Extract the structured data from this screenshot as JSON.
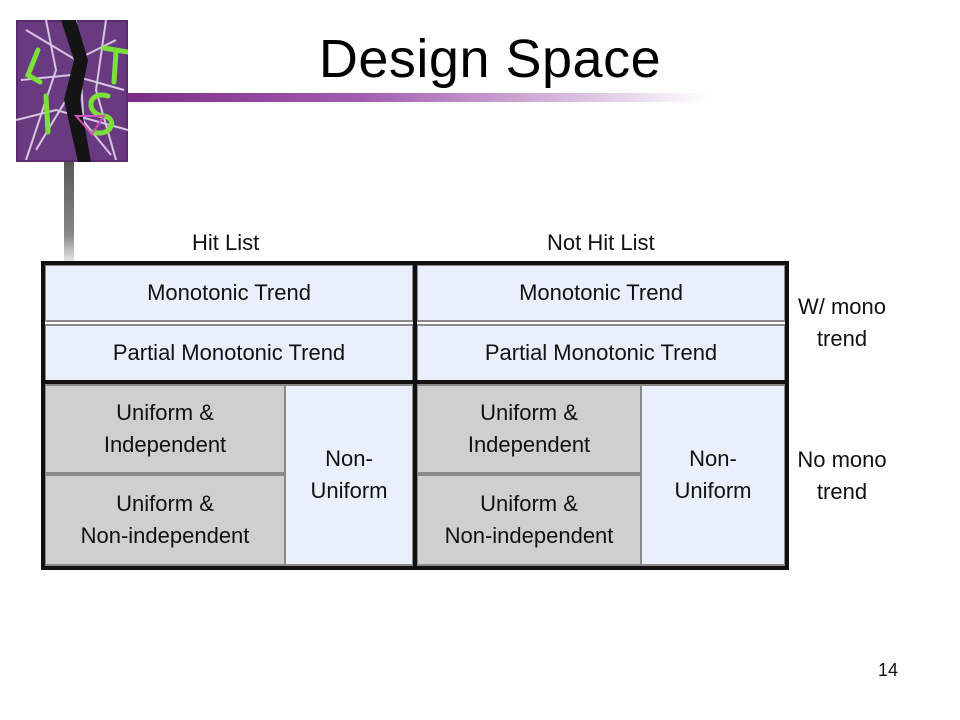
{
  "slide": {
    "title": "Design Space",
    "page_number": "14"
  },
  "columns": {
    "left": "Hit List",
    "right": "Not Hit List"
  },
  "left_table": {
    "row1": "Monotonic Trend",
    "row2": "Partial Monotonic Trend",
    "uniform_independent_l1": "Uniform &",
    "uniform_independent_l2": "Independent",
    "uniform_nonindependent_l1": "Uniform &",
    "uniform_nonindependent_l2": "Non-independent",
    "non_uniform_l1": "Non-",
    "non_uniform_l2": "Uniform"
  },
  "right_table": {
    "row1": "Monotonic Trend",
    "row2": "Partial Monotonic Trend",
    "uniform_independent_l1": "Uniform &",
    "uniform_independent_l2": "Independent",
    "uniform_nonindependent_l1": "Uniform &",
    "uniform_nonindependent_l2": "Non-independent",
    "non_uniform_l1": "Non-",
    "non_uniform_l2": "Uniform"
  },
  "side_labels": {
    "with_trend_l1": "W/ mono",
    "with_trend_l2": "trend",
    "no_trend_l1": "No mono",
    "no_trend_l2": "trend"
  },
  "colors": {
    "light_cell": "#e9f0fb",
    "gray_cell": "#cfcfcf",
    "accent_purple": "#7a2d88",
    "logo_green": "#6fd33a"
  }
}
